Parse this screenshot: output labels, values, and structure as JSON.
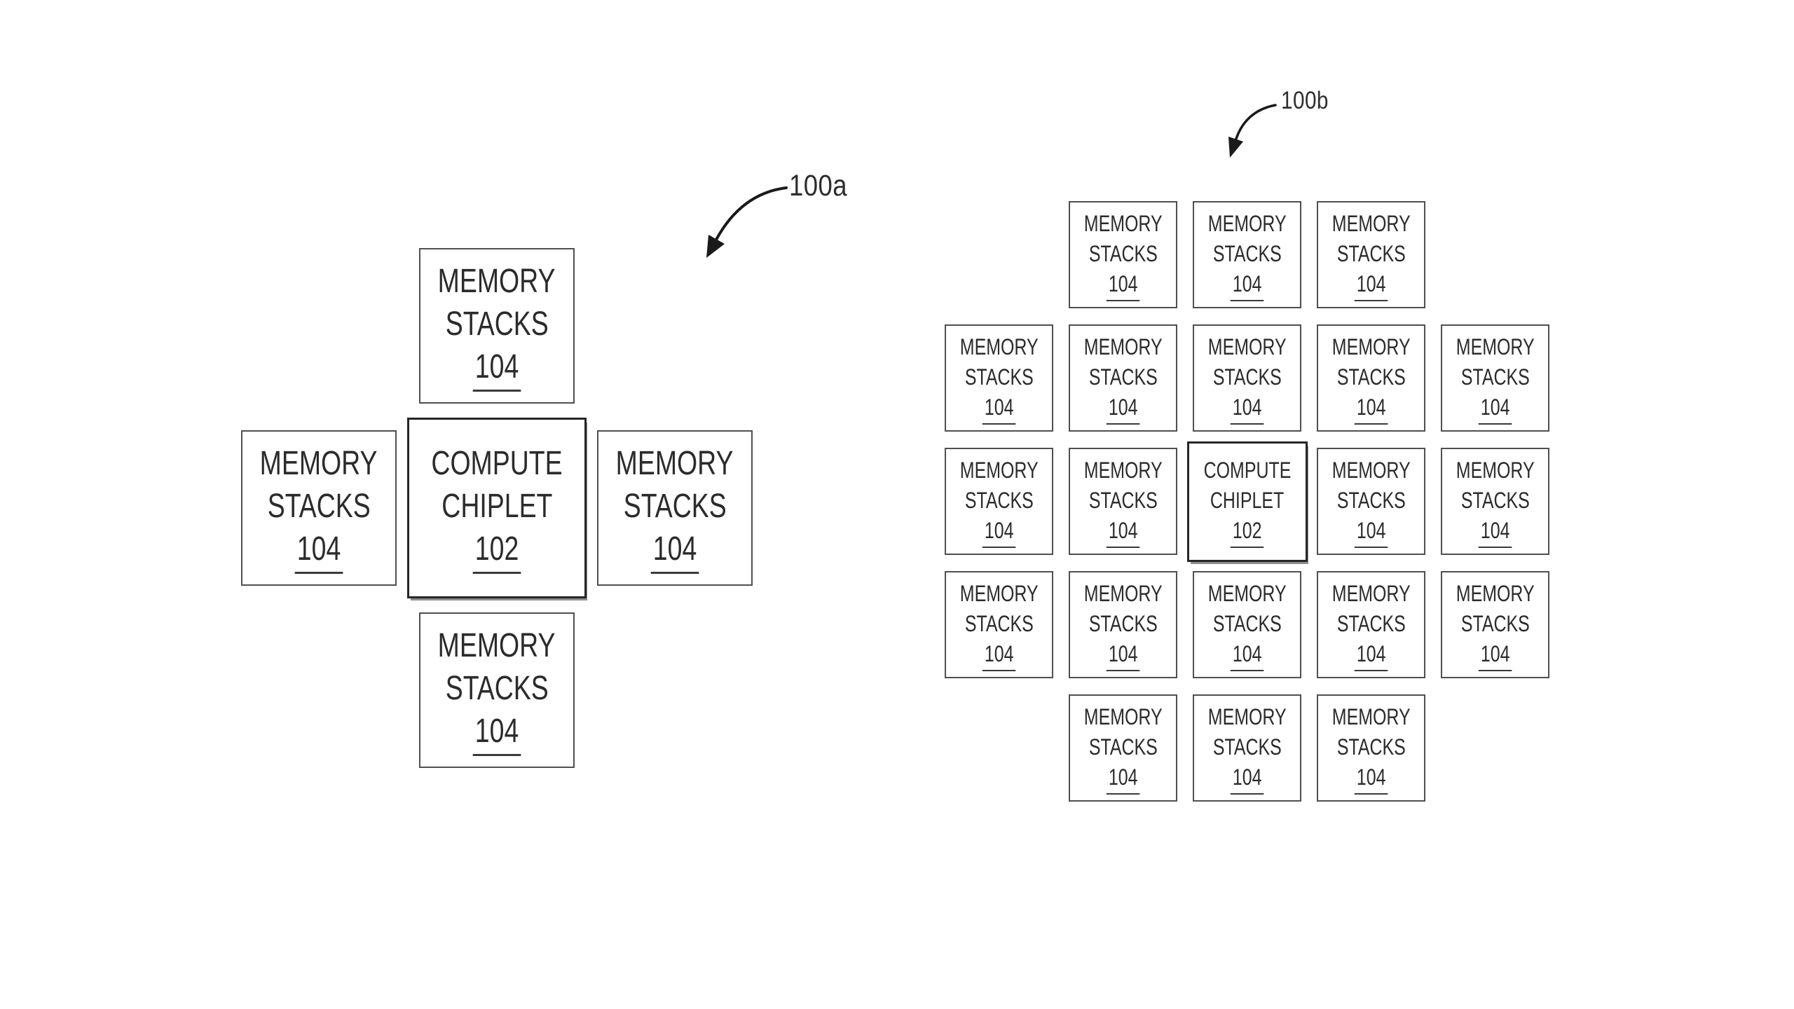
{
  "figure": {
    "kind": "patent-style chiplet layout diagram",
    "background": "#ffffff"
  },
  "colors": {
    "ink": "#2b2b2b",
    "memory_box_border": "#4f4f4f",
    "compute_box_border": "#262626",
    "arrow": "#1a1a1a"
  },
  "blocks": {
    "memory": {
      "lines": [
        "MEMORY",
        "STACKS"
      ],
      "ref": "104"
    },
    "compute": {
      "lines": [
        "COMPUTE",
        "CHIPLET"
      ],
      "ref": "102"
    }
  },
  "diagrams": [
    {
      "label": "100a",
      "layout_rows": [
        [
          null,
          "memory",
          null
        ],
        [
          "memory",
          "compute",
          "memory"
        ],
        [
          null,
          "memory",
          null
        ]
      ]
    },
    {
      "label": "100b",
      "layout_rows": [
        [
          null,
          "memory",
          "memory",
          "memory",
          null
        ],
        [
          "memory",
          "memory",
          "memory",
          "memory",
          "memory"
        ],
        [
          "memory",
          "memory",
          "compute",
          "memory",
          "memory"
        ],
        [
          "memory",
          "memory",
          "memory",
          "memory",
          "memory"
        ],
        [
          null,
          "memory",
          "memory",
          "memory",
          null
        ]
      ]
    }
  ]
}
